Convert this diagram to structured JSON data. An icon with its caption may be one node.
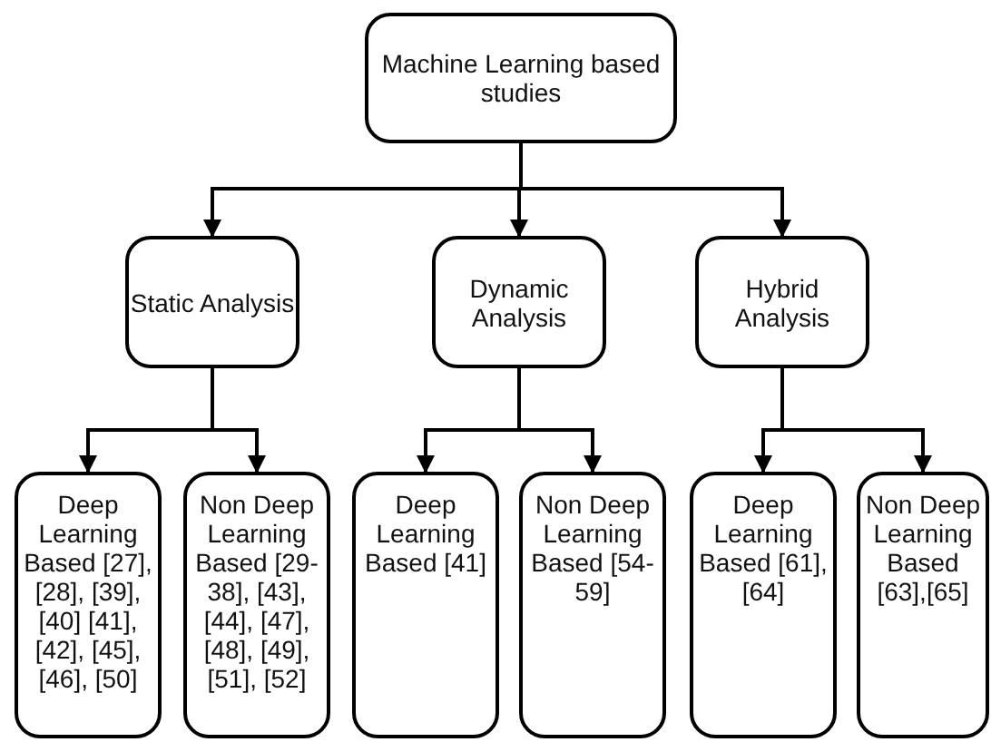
{
  "diagram": {
    "nodes": [
      {
        "text": [
          "Machine Learning based studies"
        ]
      },
      {
        "text": [
          "Static Analysis"
        ]
      },
      {
        "text": [
          "Dynamic Analysis"
        ]
      },
      {
        "text": [
          "Hybrid Analysis"
        ]
      },
      {
        "text": [
          "Deep Learning Based [27], [28], [39], [40] [41],[42], [45],[46], [50]"
        ]
      },
      {
        "text": [
          "Non Deep Learning Based [29-38], [43],[44], [47],[48], [49],[51], [52]"
        ]
      },
      {
        "text": [
          "Deep Learning Based [41]"
        ]
      },
      {
        "text": [
          "Non Deep Learning Based [54-59]"
        ]
      },
      {
        "text": [
          "Deep Learning Based [61],[64]"
        ]
      },
      {
        "text": [
          "Non Deep Learning Based [63],[65]"
        ]
      }
    ],
    "edges": [
      {
        "from": 0,
        "to": 1,
        "arrow": "to"
      },
      {
        "from": 0,
        "to": 2,
        "arrow": "to"
      },
      {
        "from": 0,
        "to": 3,
        "arrow": "to"
      },
      {
        "from": 1,
        "to": 4,
        "arrow": "to"
      },
      {
        "from": 1,
        "to": 5,
        "arrow": "to"
      },
      {
        "from": 2,
        "to": 6,
        "arrow": "to"
      },
      {
        "from": 2,
        "to": 7,
        "arrow": "to"
      },
      {
        "from": 3,
        "to": 8,
        "arrow": "to"
      },
      {
        "from": 3,
        "to": 9,
        "arrow": "to"
      }
    ]
  }
}
